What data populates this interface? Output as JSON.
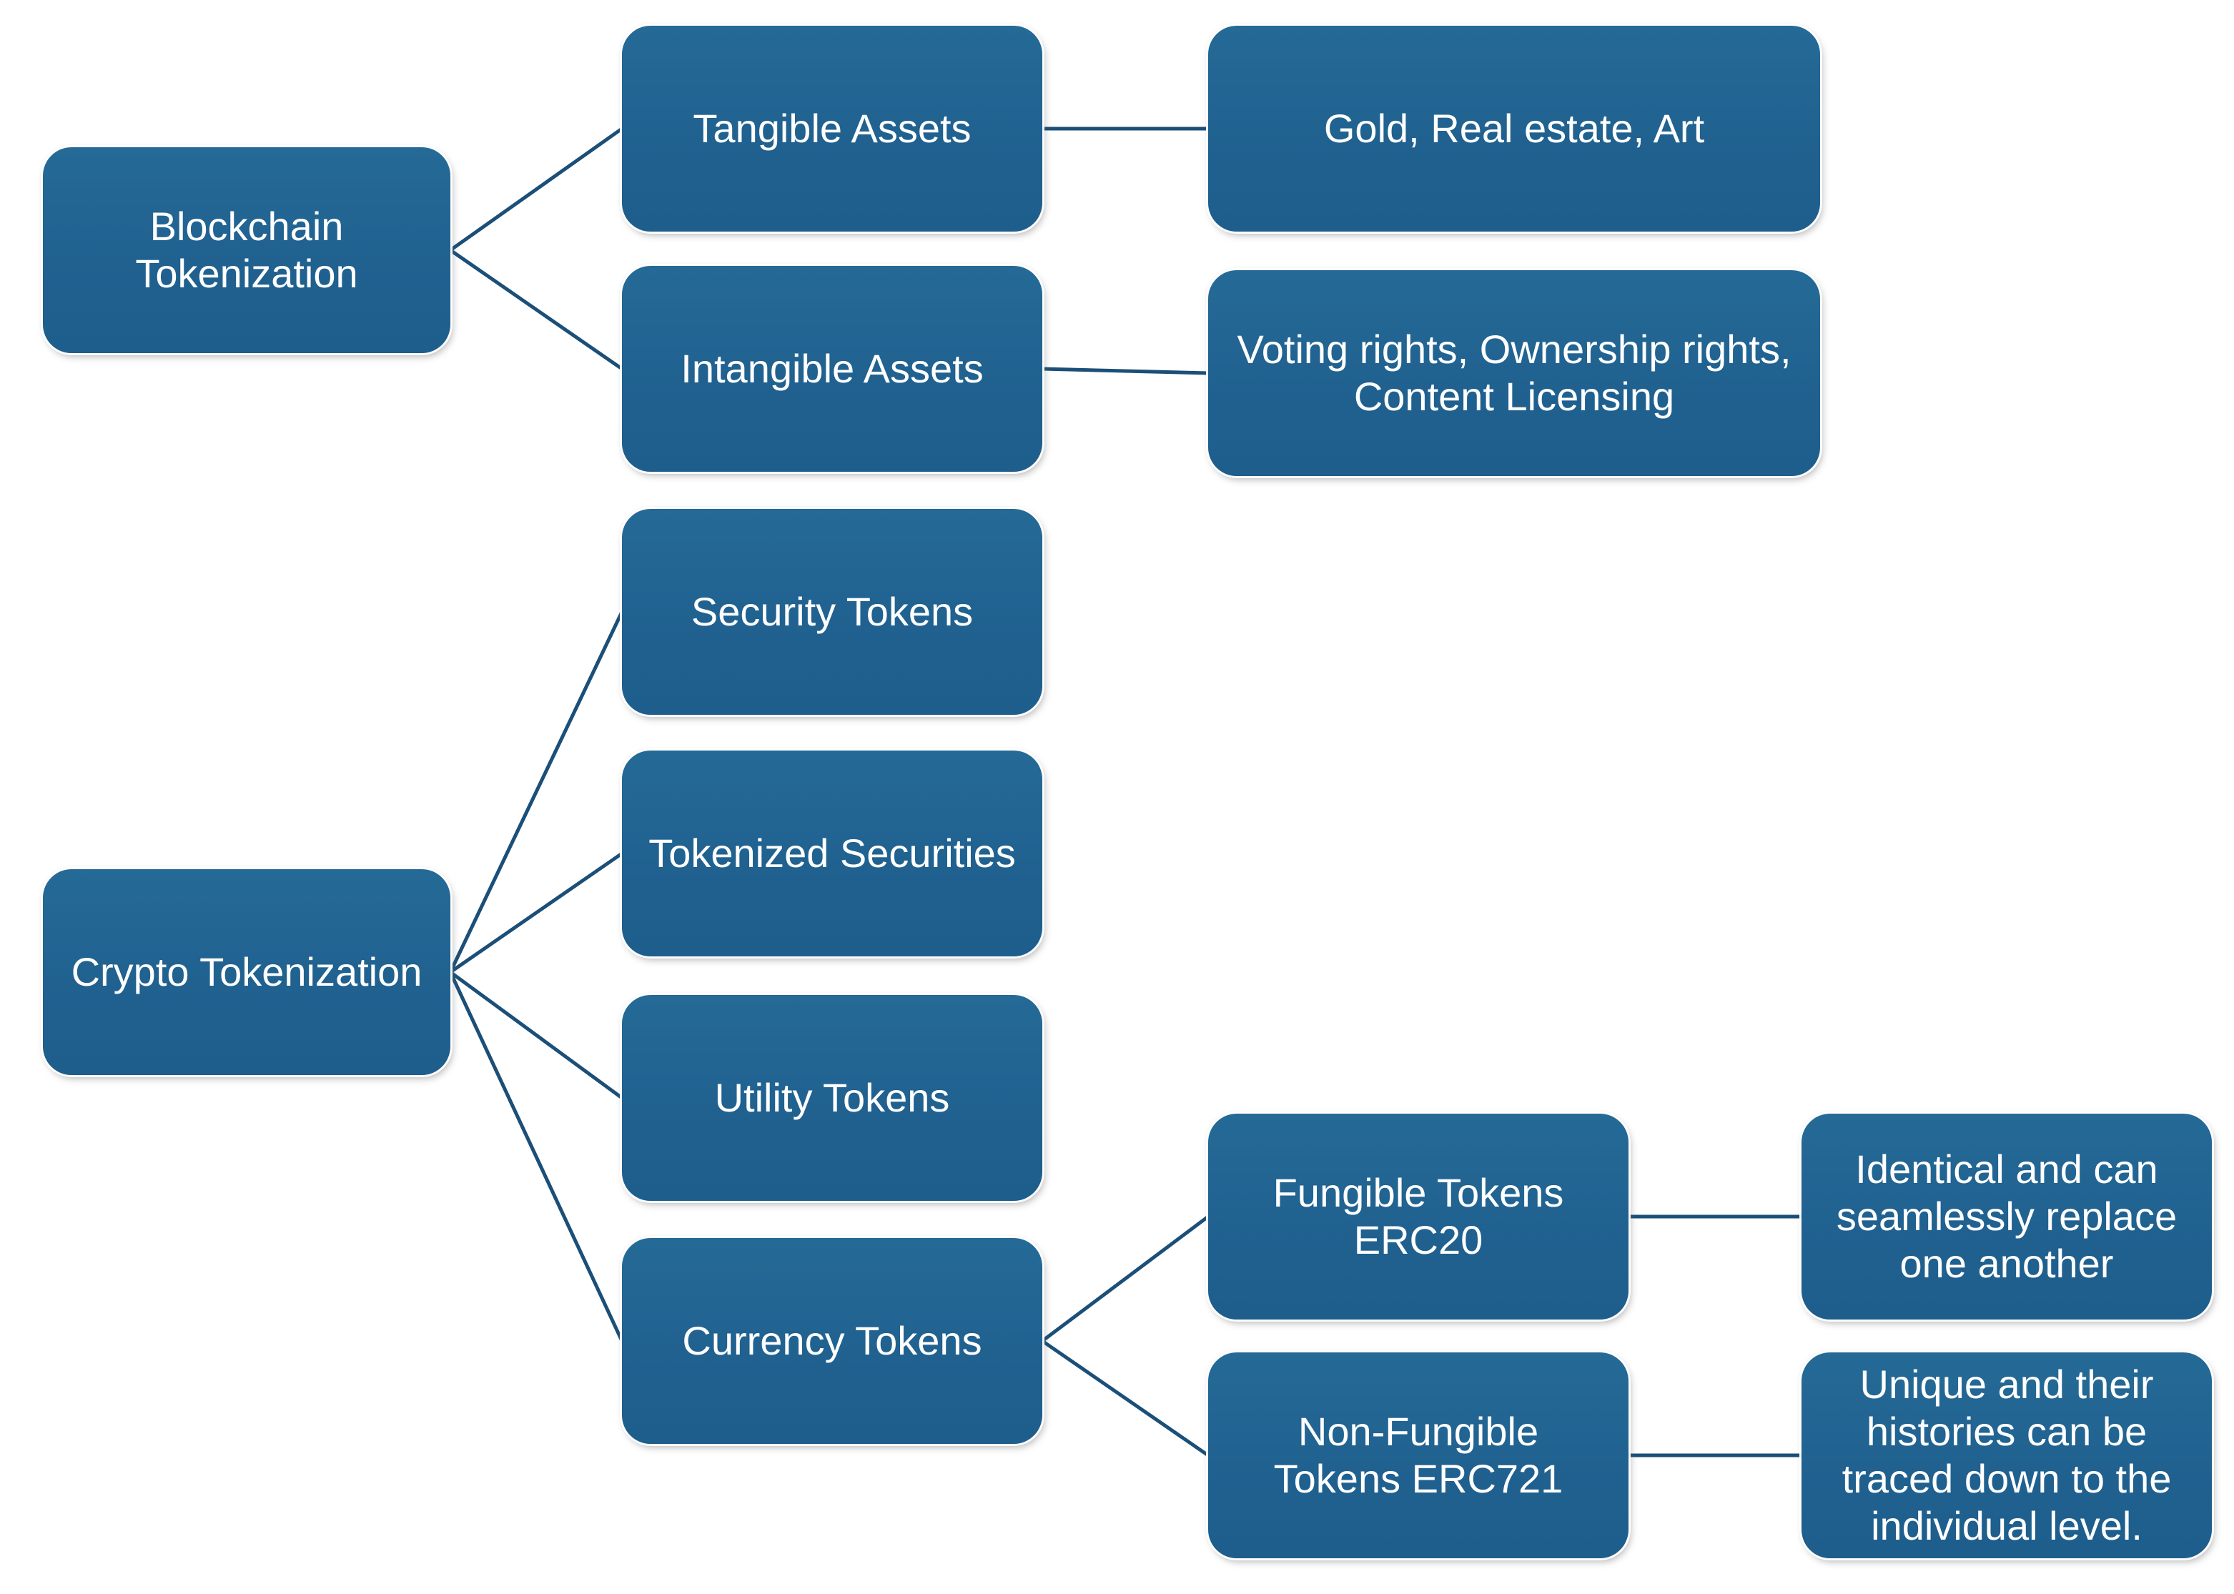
{
  "diagram": {
    "type": "hierarchy",
    "background_color": "#ffffff",
    "node_fill_color": "#206190",
    "connector_color": "#1b4f78",
    "node_text_color": "#ffffff",
    "nodes": {
      "blockchain": {
        "label": "Blockchain Tokenization"
      },
      "tangible": {
        "label": "Tangible Assets"
      },
      "gold": {
        "label": "Gold, Real estate, Art"
      },
      "intangible": {
        "label": "Intangible Assets"
      },
      "voting": {
        "label": "Voting rights, Ownership rights, Content Licensing"
      },
      "crypto": {
        "label": "Crypto Tokenization"
      },
      "security": {
        "label": "Security Tokens"
      },
      "tokenized": {
        "label": "Tokenized Securities"
      },
      "utility": {
        "label": "Utility Tokens"
      },
      "currency": {
        "label": "Currency Tokens"
      },
      "fungible": {
        "label": "Fungible Tokens ERC20"
      },
      "identical": {
        "label": "Identical and can seamlessly replace one another"
      },
      "nonfungible": {
        "label": "Non-Fungible Tokens ERC721"
      },
      "unique": {
        "label": "Unique and their histories can be traced down to the individual level."
      }
    },
    "edges": [
      {
        "from": "Blockchain Tokenization",
        "to": "Tangible Assets"
      },
      {
        "from": "Blockchain Tokenization",
        "to": "Intangible Assets"
      },
      {
        "from": "Tangible Assets",
        "to": "Gold, Real estate, Art"
      },
      {
        "from": "Intangible Assets",
        "to": "Voting rights, Ownership rights, Content Licensing"
      },
      {
        "from": "Crypto Tokenization",
        "to": "Security Tokens"
      },
      {
        "from": "Crypto Tokenization",
        "to": "Tokenized Securities"
      },
      {
        "from": "Crypto Tokenization",
        "to": "Utility Tokens"
      },
      {
        "from": "Crypto Tokenization",
        "to": "Currency Tokens"
      },
      {
        "from": "Currency Tokens",
        "to": "Fungible Tokens ERC20"
      },
      {
        "from": "Currency Tokens",
        "to": "Non-Fungible Tokens ERC721"
      },
      {
        "from": "Fungible Tokens ERC20",
        "to": "Identical and can seamlessly replace one another"
      },
      {
        "from": "Non-Fungible Tokens ERC721",
        "to": "Unique and their histories can be traced down to the individual level."
      }
    ]
  }
}
